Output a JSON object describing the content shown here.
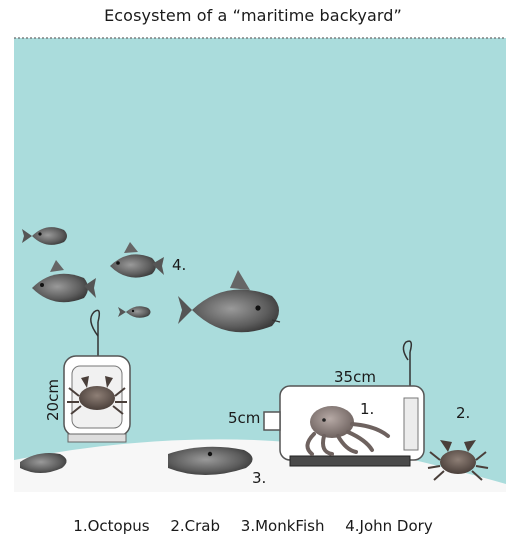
{
  "title": "Ecosystem of a “maritime backyard”",
  "colors": {
    "water": "#aadcdc",
    "seabed": "#f7f7f7",
    "dotline": "#6b6b6b"
  },
  "labels": {
    "octopus_num": "1.",
    "crab_num": "2.",
    "monkfish_num": "3.",
    "johndory_num": "4.",
    "trap_width": "35cm",
    "trap_height": "5cm",
    "crab_trap_height": "20cm"
  },
  "legend": {
    "item1": "1.Octopus",
    "item2": "2.Crab",
    "item3": "3.MonkFish",
    "item4": "4.John Dory"
  }
}
